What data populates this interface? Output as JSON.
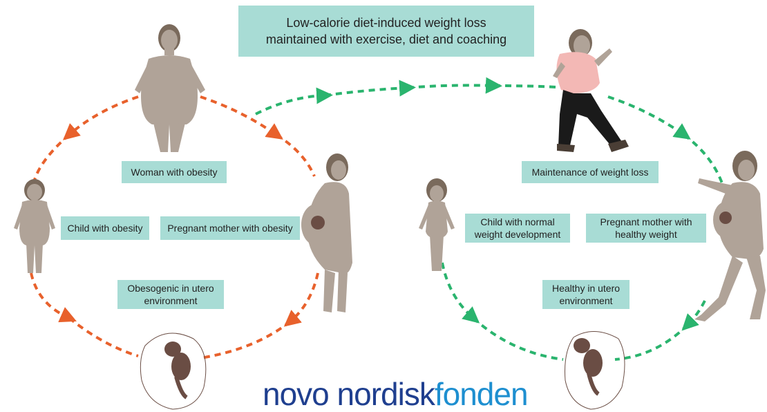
{
  "title": "Low-calorie diet-induced weight loss\nmaintained with exercise, diet  and coaching",
  "left_cycle": {
    "woman": "Woman with obesity",
    "child": "Child with obesity",
    "pregnant": "Pregnant mother with obesity",
    "utero": "Obesogenic in utero\nenvironment"
  },
  "right_cycle": {
    "maintenance": "Maintenance of weight loss",
    "child": "Child with normal\nweight development",
    "pregnant": "Pregnant mother with\nhealthy weight",
    "utero": "Healthy in utero\nenvironment"
  },
  "logo": {
    "part1": "novo nordisk",
    "part2": "fonden"
  },
  "colors": {
    "orange": "#e8612c",
    "green": "#2ab46e",
    "teal_label": "#a8dcd5",
    "figure": "#b0a398",
    "hair": "#7a6a5c",
    "fetus": "#6a4d44"
  }
}
